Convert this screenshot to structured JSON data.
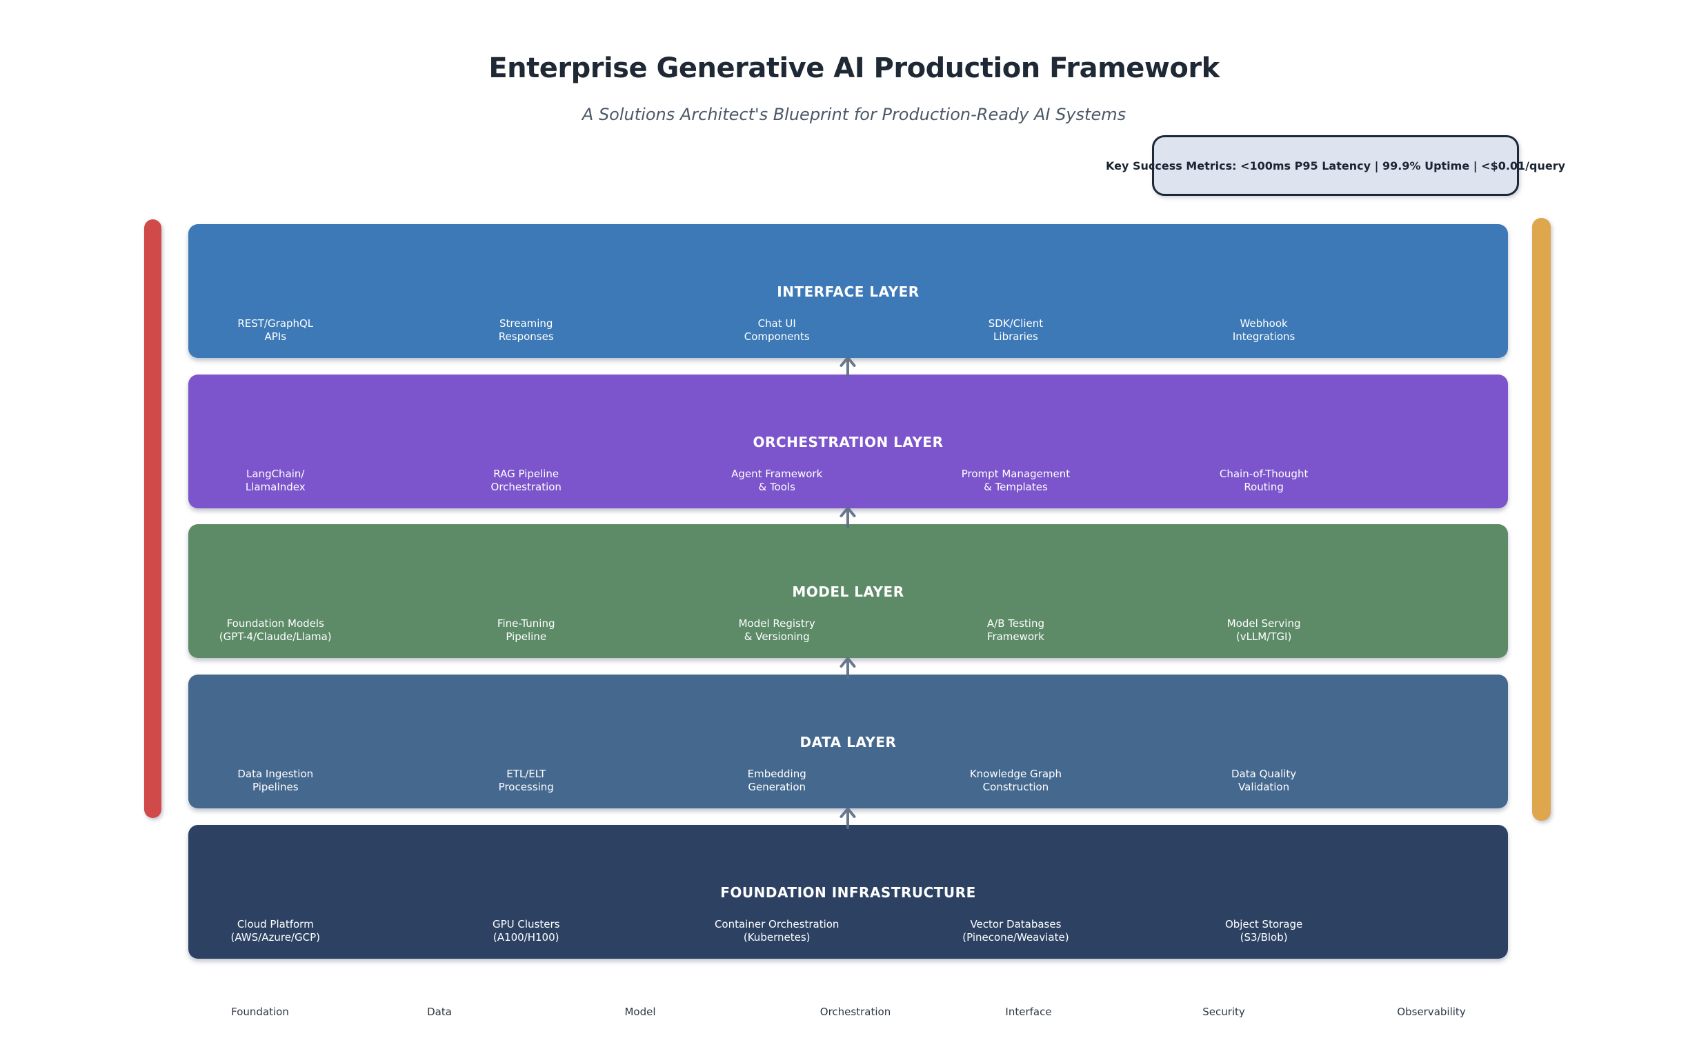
{
  "header": {
    "title": "Enterprise Generative AI Production Framework",
    "subtitle": "A Solutions Architect's Blueprint for Production-Ready AI Systems"
  },
  "metrics_box": {
    "text": "Key Success Metrics: <100ms P95 Latency | 99.9% Uptime | <$0.01/query"
  },
  "layers": [
    {
      "name": "INTERFACE LAYER",
      "color": "#3d79b6",
      "items": [
        "REST/GraphQL\nAPIs",
        "Streaming\nResponses",
        "Chat UI\nComponents",
        "SDK/Client\nLibraries",
        "Webhook\nIntegrations"
      ]
    },
    {
      "name": "ORCHESTRATION LAYER",
      "color": "#7c54cb",
      "items": [
        "LangChain/\nLlamaIndex",
        "RAG Pipeline\nOrchestration",
        "Agent Framework\n& Tools",
        "Prompt Management\n& Templates",
        "Chain-of-Thought\nRouting"
      ]
    },
    {
      "name": "MODEL LAYER",
      "color": "#5d8b68",
      "items": [
        "Foundation Models\n(GPT-4/Claude/Llama)",
        "Fine-Tuning\nPipeline",
        "Model Registry\n& Versioning",
        "A/B Testing\nFramework",
        "Model Serving\n(vLLM/TGI)"
      ]
    },
    {
      "name": "DATA LAYER",
      "color": "#45688f",
      "items": [
        "Data Ingestion\nPipelines",
        "ETL/ELT\nProcessing",
        "Embedding\nGeneration",
        "Knowledge Graph\nConstruction",
        "Data Quality\nValidation"
      ]
    },
    {
      "name": "FOUNDATION INFRASTRUCTURE",
      "color": "#2d4263",
      "items": [
        "Cloud Platform\n(AWS/Azure/GCP)",
        "GPU Clusters\n(A100/H100)",
        "Container Orchestration\n(Kubernetes)",
        "Vector Databases\n(Pinecone/Weaviate)",
        "Object Storage\n(S3/Blob)"
      ]
    }
  ],
  "side_bars": {
    "left_color": "#cf4a48",
    "right_color": "#dea74e"
  },
  "arrows": {
    "color": "#5d6e84"
  },
  "legend": {
    "items": [
      "Foundation",
      "Data",
      "Model",
      "Orchestration",
      "Interface",
      "Security",
      "Observability"
    ]
  }
}
